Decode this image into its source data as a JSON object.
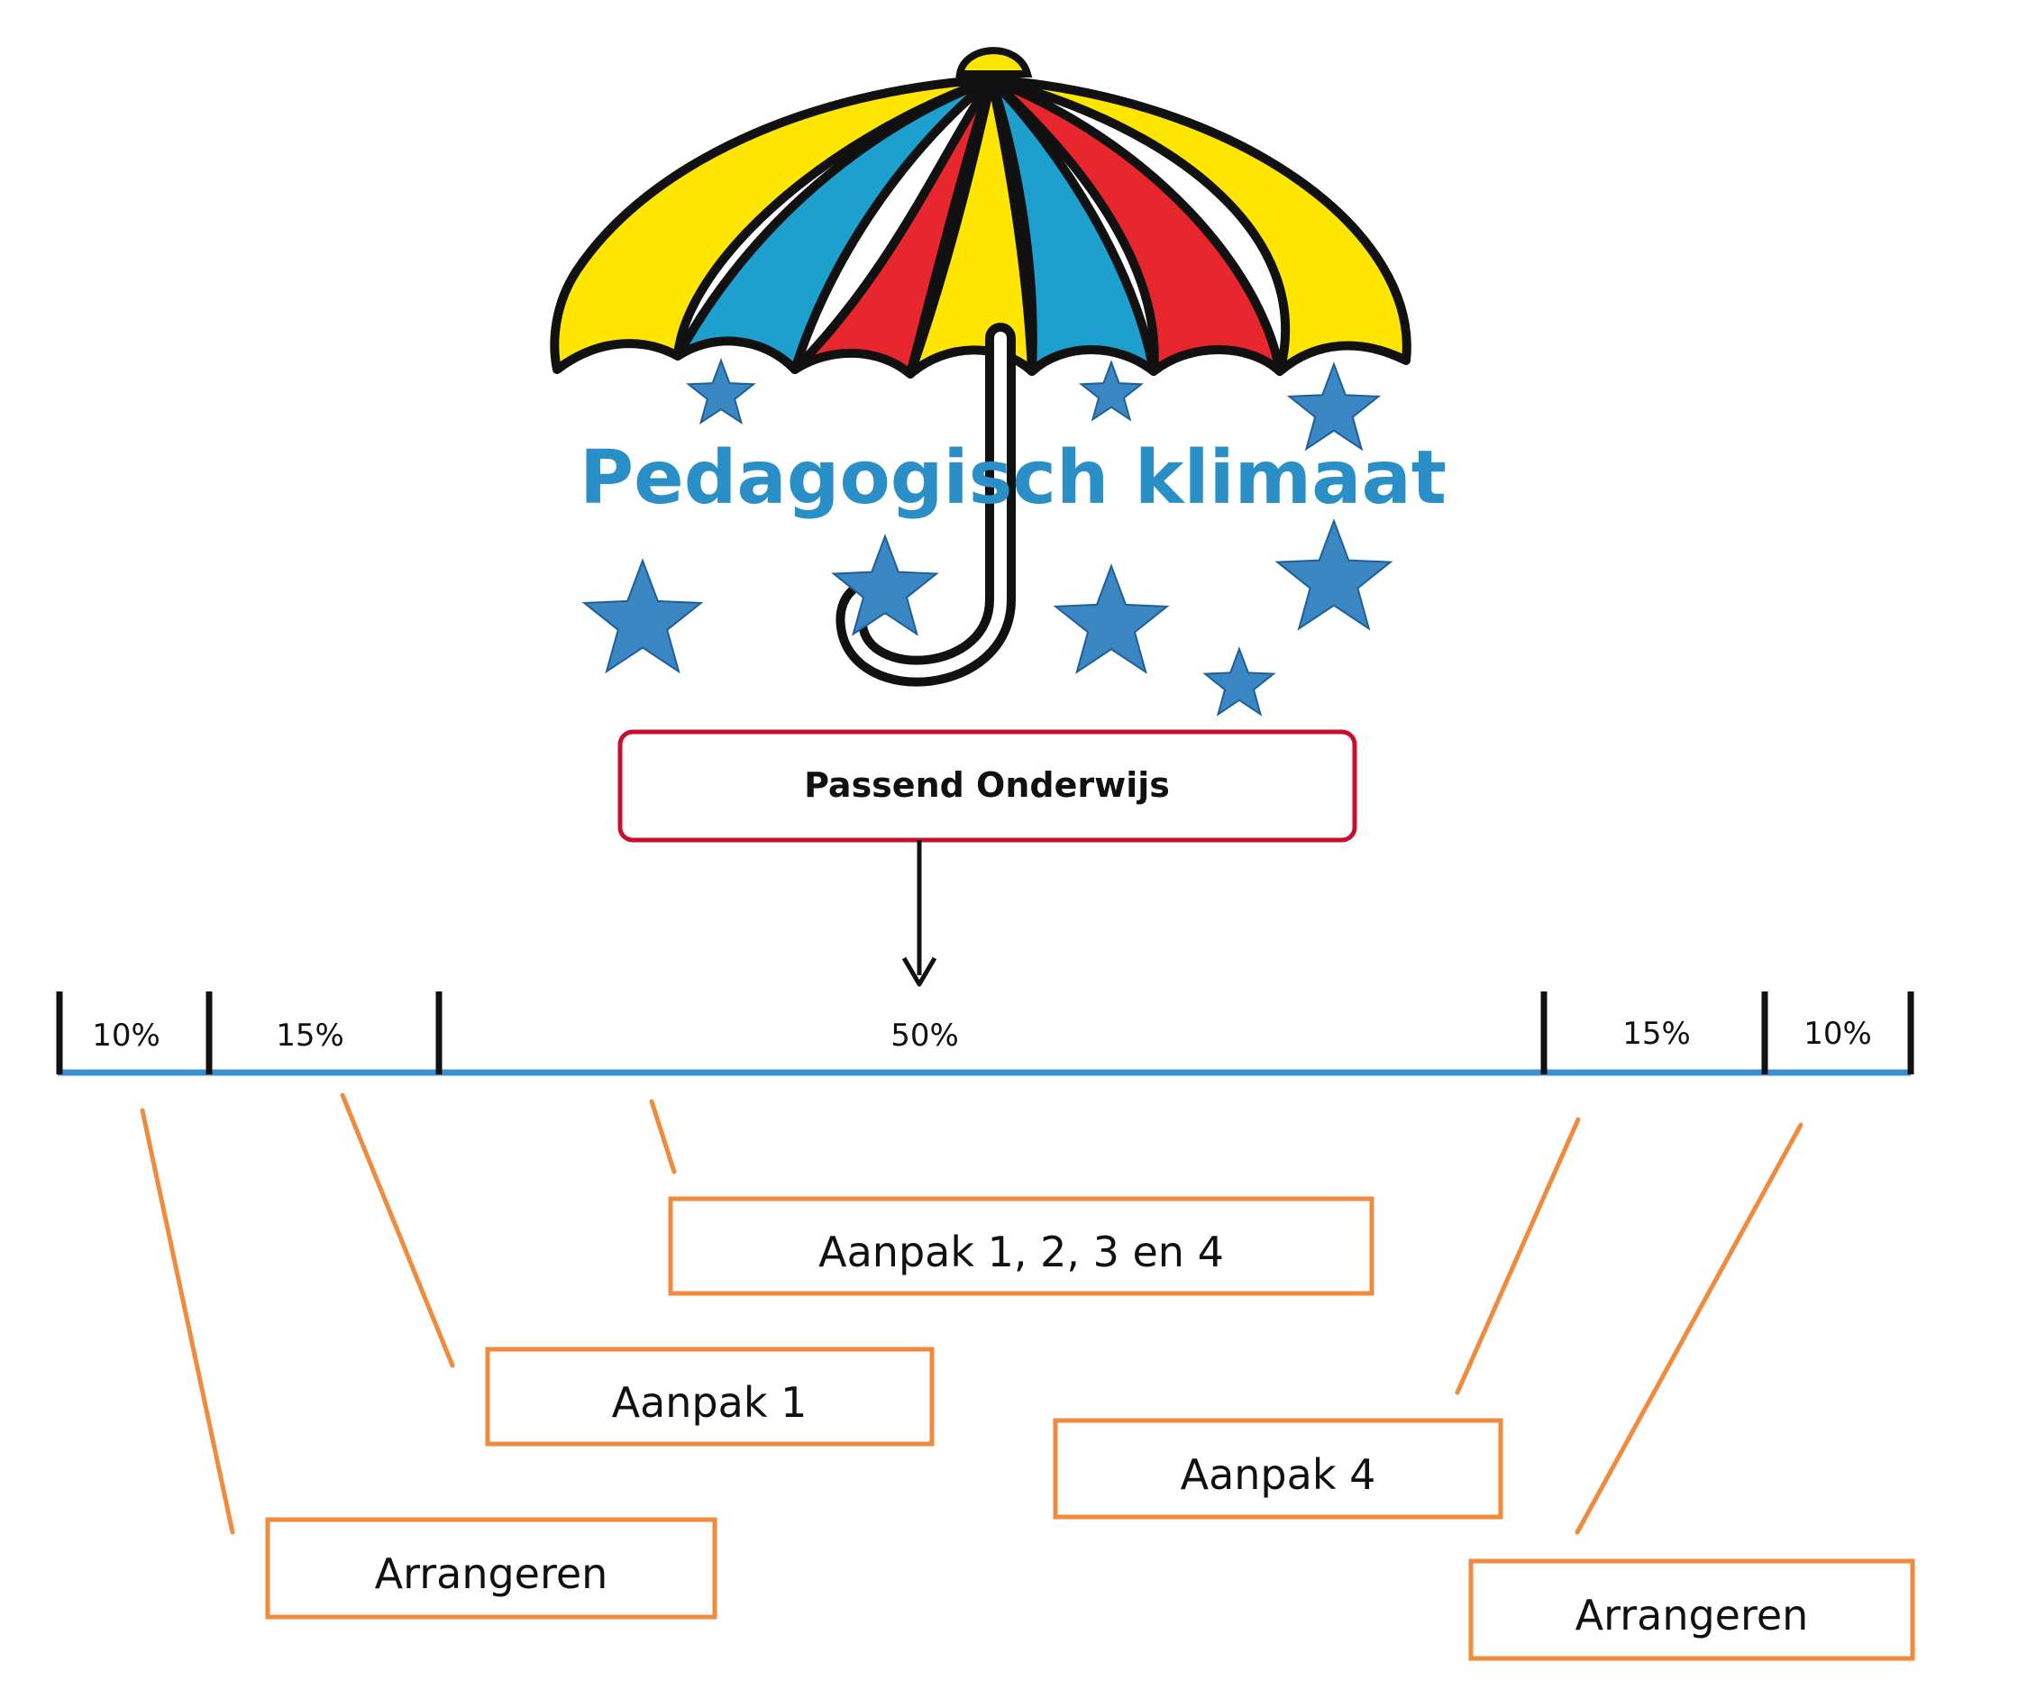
{
  "title": "Pedagogisch klimaat",
  "passend_onderwijs": "Passend Onderwijs",
  "segments": [
    {
      "label": "10%"
    },
    {
      "label": "15%"
    },
    {
      "label": "50%"
    },
    {
      "label": "15%"
    },
    {
      "label": "10%"
    }
  ],
  "boxes": [
    {
      "label": "Aanpak 1, 2, 3 en 4"
    },
    {
      "label": "Aanpak 1"
    },
    {
      "label": "Aanpak 4"
    },
    {
      "label": "Arrangeren"
    },
    {
      "label": "Arrangeren"
    }
  ],
  "colors": {
    "title": "#2a8fc6",
    "star": "#3a87c4",
    "umbrella_yellow": "#ffe600",
    "umbrella_blue": "#1ea0cf",
    "umbrella_red": "#e8262d",
    "passend_border": "#c8102e",
    "axis_line": "#3a8fd0",
    "box_border": "#f08a3c",
    "connector": "#f08a3c"
  }
}
